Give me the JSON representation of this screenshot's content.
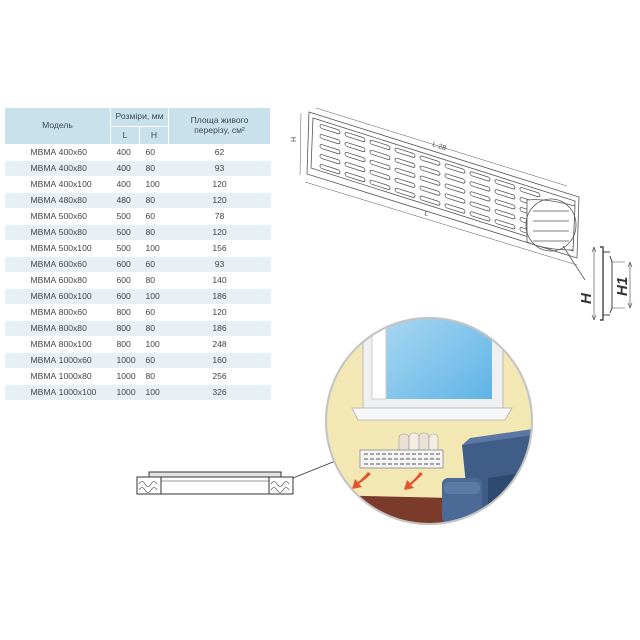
{
  "table": {
    "headers": {
      "model": "Модель",
      "size": "Розміри, мм",
      "l": "L",
      "h": "H",
      "area_line1": "Площа живого",
      "area_line2": "перерізу, см²"
    },
    "rows": [
      {
        "model": "МВМА 400х60",
        "l": "400",
        "h": "60",
        "area": "62"
      },
      {
        "model": "МВМА 400х80",
        "l": "400",
        "h": "80",
        "area": "93"
      },
      {
        "model": "МВМА 400х100",
        "l": "400",
        "h": "100",
        "area": "120"
      },
      {
        "model": "МВМА 480х80",
        "l": "480",
        "h": "80",
        "area": "120"
      },
      {
        "model": "МВМА 500х60",
        "l": "500",
        "h": "60",
        "area": "78"
      },
      {
        "model": "МВМА 500х80",
        "l": "500",
        "h": "80",
        "area": "120"
      },
      {
        "model": "МВМА 500х100",
        "l": "500",
        "h": "100",
        "area": "156"
      },
      {
        "model": "МВМА 600х60",
        "l": "600",
        "h": "60",
        "area": "93"
      },
      {
        "model": "МВМА 600х80",
        "l": "600",
        "h": "80",
        "area": "140"
      },
      {
        "model": "МВМА 600х100",
        "l": "600",
        "h": "100",
        "area": "186"
      },
      {
        "model": "МВМА 800х60",
        "l": "800",
        "h": "60",
        "area": "120"
      },
      {
        "model": "МВМА 800х80",
        "l": "800",
        "h": "80",
        "area": "186"
      },
      {
        "model": "МВМА 800х100",
        "l": "800",
        "h": "100",
        "area": "248"
      },
      {
        "model": "МВМА 1000х60",
        "l": "1000",
        "h": "60",
        "area": "160"
      },
      {
        "model": "МВМА 1000х80",
        "l": "1000",
        "h": "80",
        "area": "256"
      },
      {
        "model": "МВМА 1000х100",
        "l": "1000",
        "h": "100",
        "area": "326"
      }
    ]
  },
  "drawing": {
    "dim_l28": "L-28",
    "dim_l": "L",
    "dim_h": "H",
    "dim_h_big": "H",
    "dim_h1": "H1"
  },
  "colors": {
    "header_bg": "#c9e1ea",
    "row_alt_bg": "#e7f1f5",
    "wall_bg": "#f3e8b4",
    "floor": "#7a3b2b",
    "sofa": "#3f5d86",
    "air_arrow": "#e2552c"
  }
}
